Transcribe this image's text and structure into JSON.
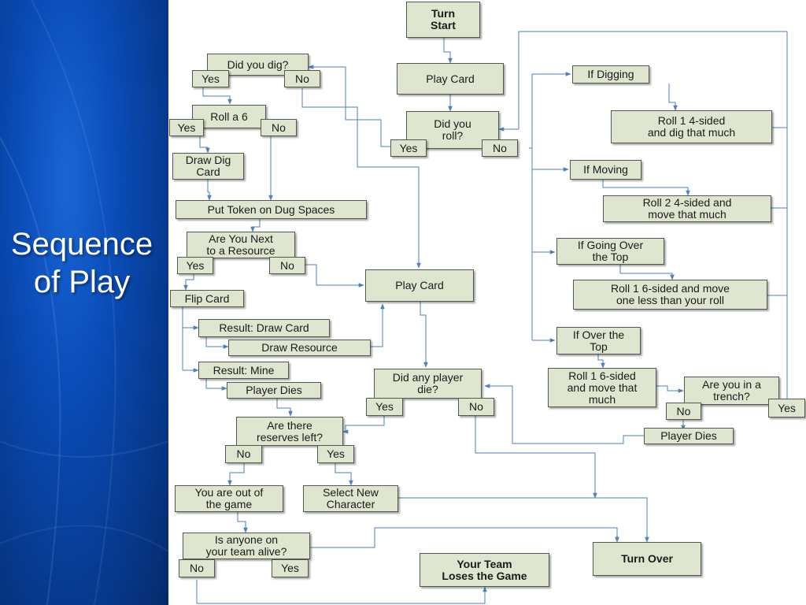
{
  "slide": {
    "title": "Sequence of Play"
  },
  "flowchart": {
    "nodes": {
      "turn_start": "Turn\nStart",
      "play_card_top": "Play Card",
      "did_you_roll": "Did you\nroll?",
      "roll_yes": "Yes",
      "roll_no": "No",
      "did_you_dig": "Did you dig?",
      "dig_yes": "Yes",
      "dig_no": "No",
      "roll_a_6": "Roll a 6",
      "six_yes": "Yes",
      "six_no": "No",
      "draw_dig_card": "Draw Dig\nCard",
      "put_token": "Put Token on Dug Spaces",
      "next_to_resource": "Are You Next\nto a Resource",
      "res_yes": "Yes",
      "res_no": "No",
      "flip_card": "Flip Card",
      "result_draw_card": "Result: Draw Card",
      "draw_resource": "Draw Resource",
      "result_mine": "Result: Mine",
      "player_dies_left": "Player Dies",
      "play_card_mid": "Play Card",
      "did_any_player_die": "Did any player\ndie?",
      "die_yes": "Yes",
      "die_no": "No",
      "reserves_left": "Are there\nreserves left?",
      "reserves_no": "No",
      "reserves_yes": "Yes",
      "out_of_game": "You are out of\nthe game",
      "select_new_character": "Select New\nCharacter",
      "anyone_alive": "Is anyone on\nyour team alive?",
      "alive_no": "No",
      "alive_yes": "Yes",
      "team_loses": "Your Team\nLoses the Game",
      "turn_over": "Turn Over",
      "if_digging": "If Digging",
      "roll_1_4_dig": "Roll 1 4-sided\nand dig that much",
      "if_moving": "If Moving",
      "roll_2_4_move": "Roll 2 4-sided and\nmove that much",
      "if_going_over_top": "If Going Over\nthe Top",
      "roll_1_6_less": "Roll 1 6-sided and move\none less than your roll",
      "if_over_top": "If Over the\nTop",
      "roll_1_6_move": "Roll 1 6-sided\nand move that\nmuch",
      "in_trench": "Are you in a\ntrench?",
      "trench_no": "No",
      "trench_yes": "Yes",
      "player_dies_right": "Player Dies"
    }
  },
  "colors": {
    "node_fill": "#dfe6cf",
    "node_border": "#55584e",
    "arrow": "#4f7fbf",
    "sidebar": "#0a4cb8"
  }
}
